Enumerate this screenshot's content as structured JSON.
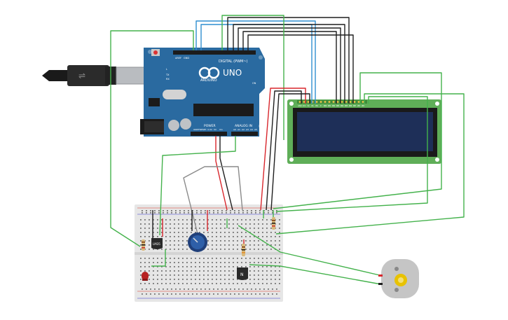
{
  "arduino": {
    "logo_brand": "ARDUINO",
    "logo_model": "UNO",
    "label_digital": "DIGITAL (PWM~)",
    "label_power": "POWER",
    "label_analog": "ANALOG IN",
    "label_aref": "AREF",
    "label_gnd": "GND",
    "label_tx": "TX",
    "label_rx": "RX",
    "label_ioref": "IOREF",
    "label_reset": "RESET",
    "label_3v3": "3.3V",
    "label_5v": "5V",
    "label_vin": "Vin",
    "label_a0": "A0",
    "label_a1": "A1",
    "label_a2": "A2",
    "label_a3": "A3",
    "label_a4": "A4",
    "label_a5": "A5",
    "label_l": "L",
    "label_on": "ON"
  },
  "lcd": {
    "pin_labels": [
      "GND",
      "VCC",
      "V0",
      "RS",
      "RW",
      "E",
      "DB0",
      "DB1",
      "DB2",
      "DB3",
      "DB4",
      "DB5",
      "DB6",
      "DB7",
      "LED",
      "LED"
    ]
  },
  "sensor": {
    "label": "LM35"
  },
  "transistor": {
    "label": "N"
  },
  "colors": {
    "board": "#2a6aa0",
    "lcd_pcb": "#5fae58",
    "lcd_screen": "#1e2f58",
    "wire_green": "#44b24c",
    "wire_blue": "#2f8ed0",
    "wire_black": "#1e1e1e",
    "wire_red": "#d8262c",
    "wire_gray": "#8a8a8a"
  }
}
